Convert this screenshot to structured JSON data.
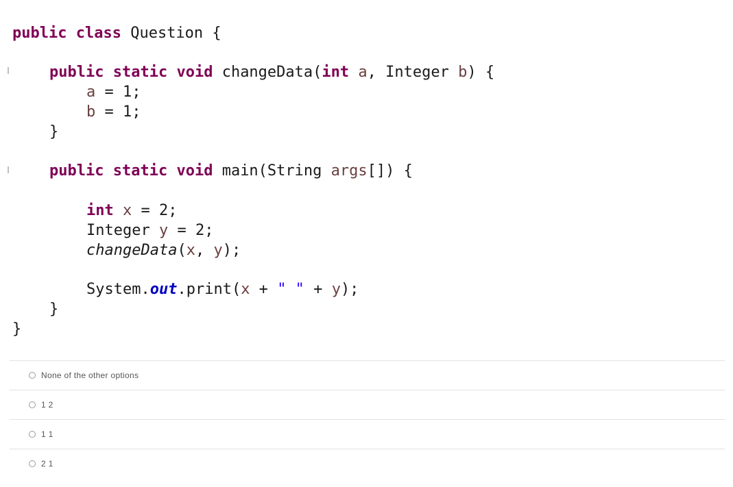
{
  "code": {
    "l1": {
      "kw1": "public",
      "kw2": "class",
      "rest": " Question {"
    },
    "l2": {
      "kw1": "public",
      "kw2": "static",
      "kw3": "void",
      "name": " changeData(",
      "kw4": "int",
      "a": " a",
      "sep": ", Integer ",
      "b": "b",
      "end": ") {"
    },
    "l3": {
      "v": "a",
      "rest": " = 1;"
    },
    "l4": {
      "v": "b",
      "rest": " = 1;"
    },
    "l5": {
      "rest": "}"
    },
    "l6": {
      "kw1": "public",
      "kw2": "static",
      "kw3": "void",
      "name": " main(String ",
      "v": "args",
      "end": "[]) {"
    },
    "l7": {
      "kw": "int",
      "v": " x",
      "rest": " = 2;"
    },
    "l8": {
      "pre": "Integer ",
      "v": "y",
      "rest": " = 2;"
    },
    "l9": {
      "call": "changeData",
      "open": "(",
      "x": "x",
      "comma": ", ",
      "y": "y",
      "close": ");"
    },
    "l10": {
      "pre": "System.",
      "field": "out",
      "mid": ".print(",
      "x": "x",
      "plus1": " + ",
      "str": "\" \"",
      "plus2": " + ",
      "y": "y",
      "end": ");"
    },
    "l11": {
      "rest": "}"
    },
    "l12": {
      "rest": "}"
    }
  },
  "options": [
    {
      "label": "None of the other options"
    },
    {
      "label": "1 2"
    },
    {
      "label": "1 1"
    },
    {
      "label": "2 1"
    }
  ]
}
